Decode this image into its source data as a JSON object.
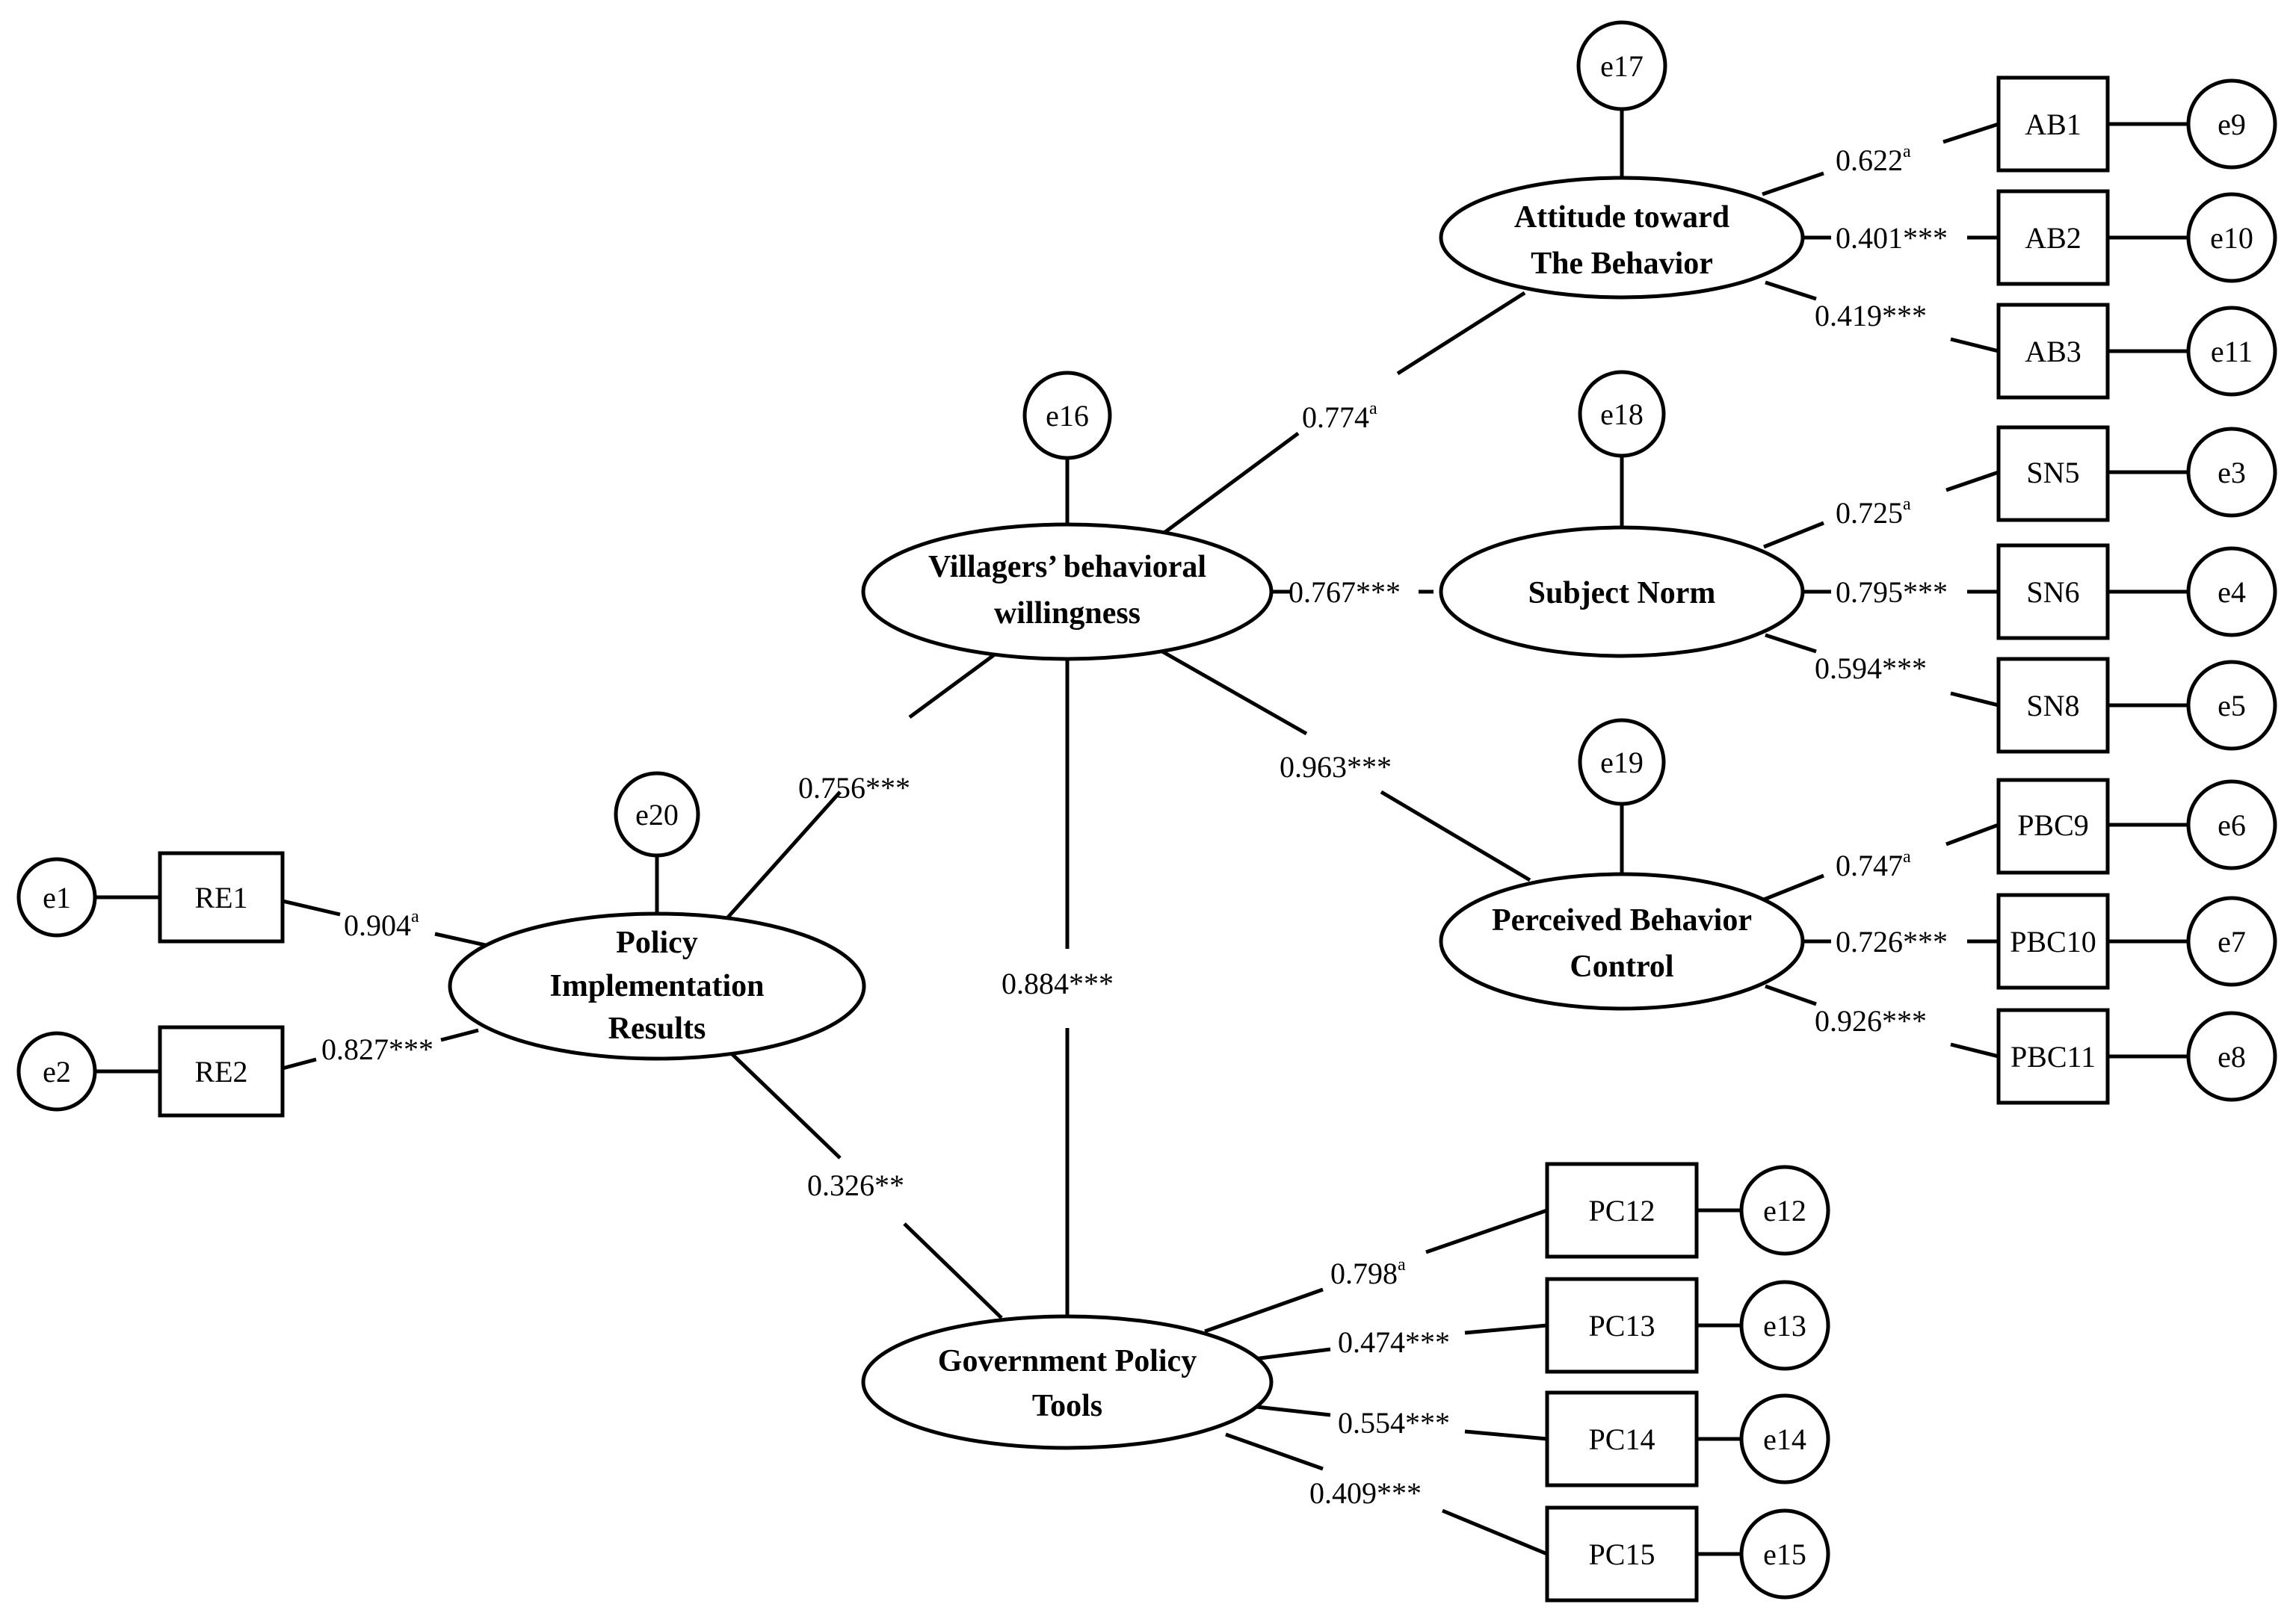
{
  "latents": {
    "pir": [
      "Policy",
      "Implementation",
      "Results"
    ],
    "vbw": [
      "Villagers’ behavioral",
      "willingness"
    ],
    "gpt": [
      "Government Policy",
      "Tools"
    ],
    "atb": [
      "Attitude toward",
      "The Behavior"
    ],
    "sn": [
      "Subject Norm"
    ],
    "pbc": [
      "Perceived Behavior",
      "Control"
    ]
  },
  "indicators": {
    "RE1": "RE1",
    "RE2": "RE2",
    "AB1": "AB1",
    "AB2": "AB2",
    "AB3": "AB3",
    "SN5": "SN5",
    "SN6": "SN6",
    "SN8": "SN8",
    "PBC9": "PBC9",
    "PBC10": "PBC10",
    "PBC11": "PBC11",
    "PC12": "PC12",
    "PC13": "PC13",
    "PC14": "PC14",
    "PC15": "PC15"
  },
  "errors": {
    "e1": "e1",
    "e2": "e2",
    "e3": "e3",
    "e4": "e4",
    "e5": "e5",
    "e6": "e6",
    "e7": "e7",
    "e8": "e8",
    "e9": "e9",
    "e10": "e10",
    "e11": "e11",
    "e12": "e12",
    "e13": "e13",
    "e14": "e14",
    "e15": "e15",
    "e16": "e16",
    "e17": "e17",
    "e18": "e18",
    "e19": "e19",
    "e20": "e20"
  },
  "paths": {
    "RE1": {
      "value": "0.904",
      "mark": "a"
    },
    "RE2": {
      "value": "0.827***",
      "mark": ""
    },
    "pir_vbw": {
      "value": "0.756***",
      "mark": ""
    },
    "pir_gpt": {
      "value": "0.326**",
      "mark": ""
    },
    "vbw_gpt": {
      "value": "0.884***",
      "mark": ""
    },
    "vbw_atb": {
      "value": "0.774",
      "mark": "a"
    },
    "vbw_sn": {
      "value": "0.767***",
      "mark": ""
    },
    "vbw_pbc": {
      "value": "0.963***",
      "mark": ""
    },
    "AB1": {
      "value": "0.622",
      "mark": "a"
    },
    "AB2": {
      "value": "0.401***",
      "mark": ""
    },
    "AB3": {
      "value": "0.419***",
      "mark": ""
    },
    "SN5": {
      "value": "0.725",
      "mark": "a"
    },
    "SN6": {
      "value": "0.795***",
      "mark": ""
    },
    "SN8": {
      "value": "0.594***",
      "mark": ""
    },
    "PBC9": {
      "value": "0.747",
      "mark": "a"
    },
    "PBC10": {
      "value": "0.726***",
      "mark": ""
    },
    "PBC11": {
      "value": "0.926***",
      "mark": ""
    },
    "PC12": {
      "value": "0.798",
      "mark": "a"
    },
    "PC13": {
      "value": "0.474***",
      "mark": ""
    },
    "PC14": {
      "value": "0.554***",
      "mark": ""
    },
    "PC15": {
      "value": "0.409***",
      "mark": ""
    }
  }
}
